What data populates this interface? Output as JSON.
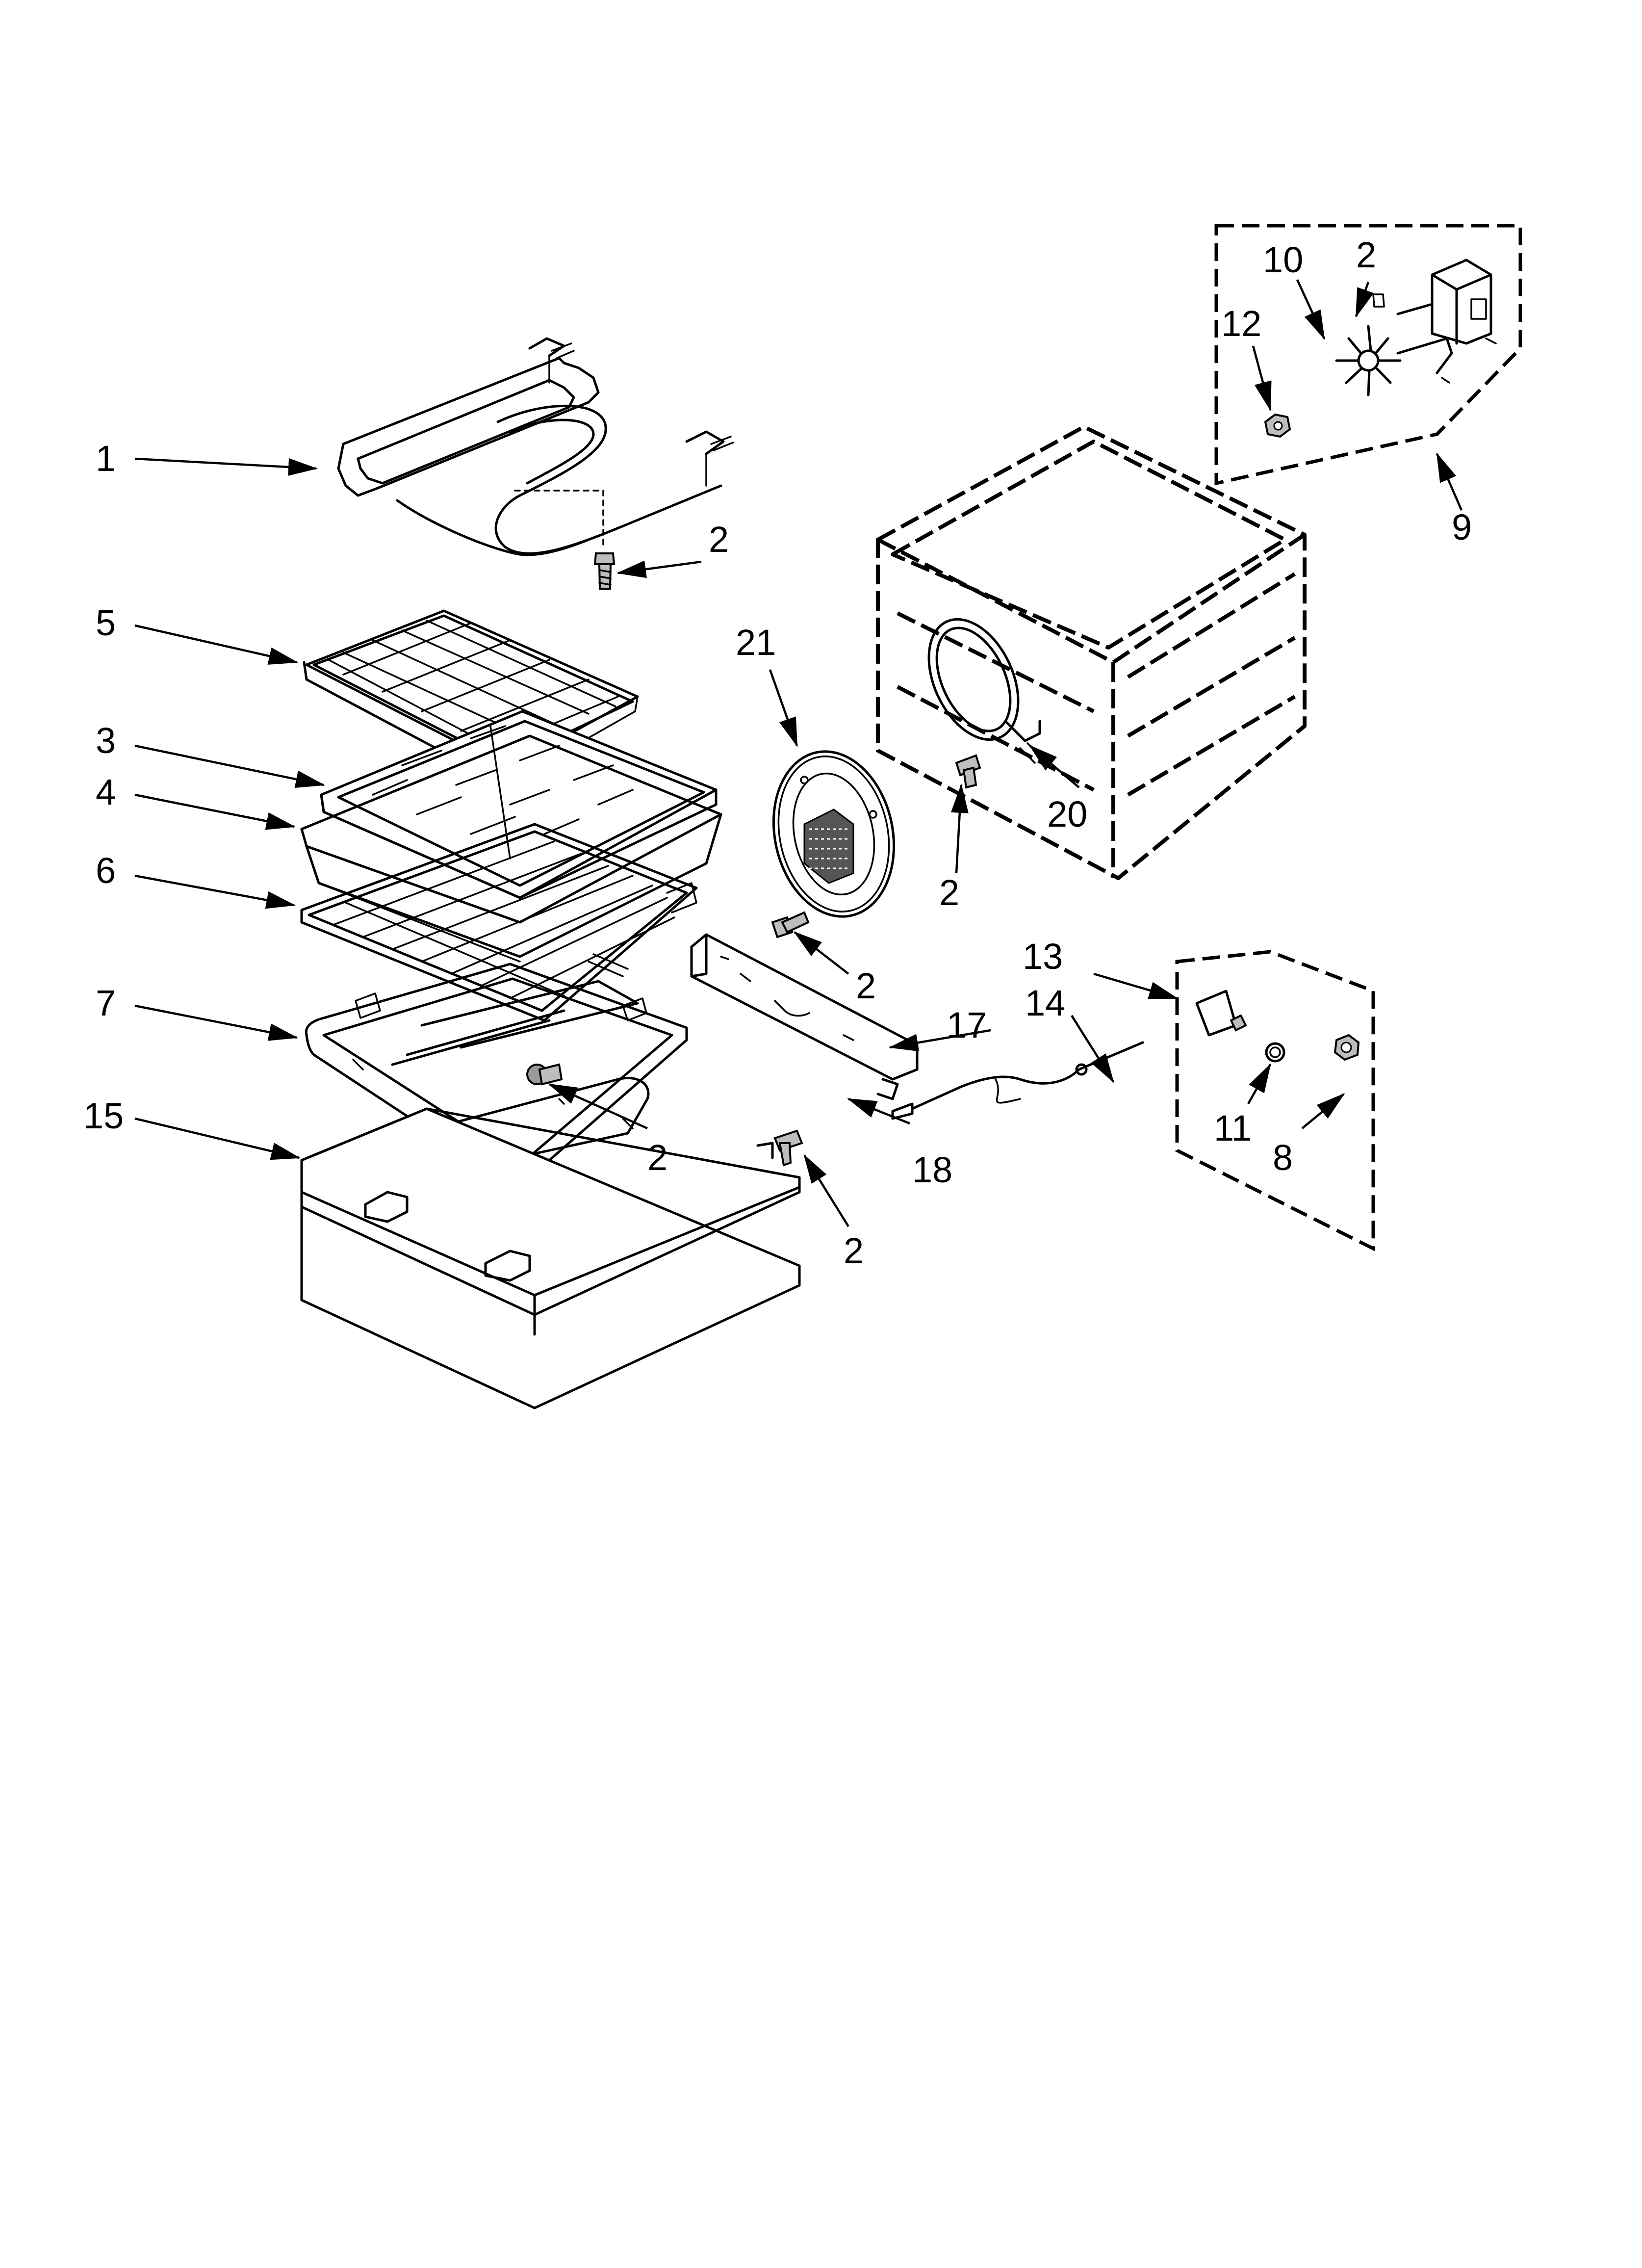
{
  "diagram": {
    "callouts": [
      "1",
      "2",
      "5",
      "3",
      "4",
      "6",
      "7",
      "15",
      "21",
      "10",
      "12",
      "9",
      "20",
      "17",
      "13",
      "14",
      "18",
      "11",
      "8"
    ]
  }
}
